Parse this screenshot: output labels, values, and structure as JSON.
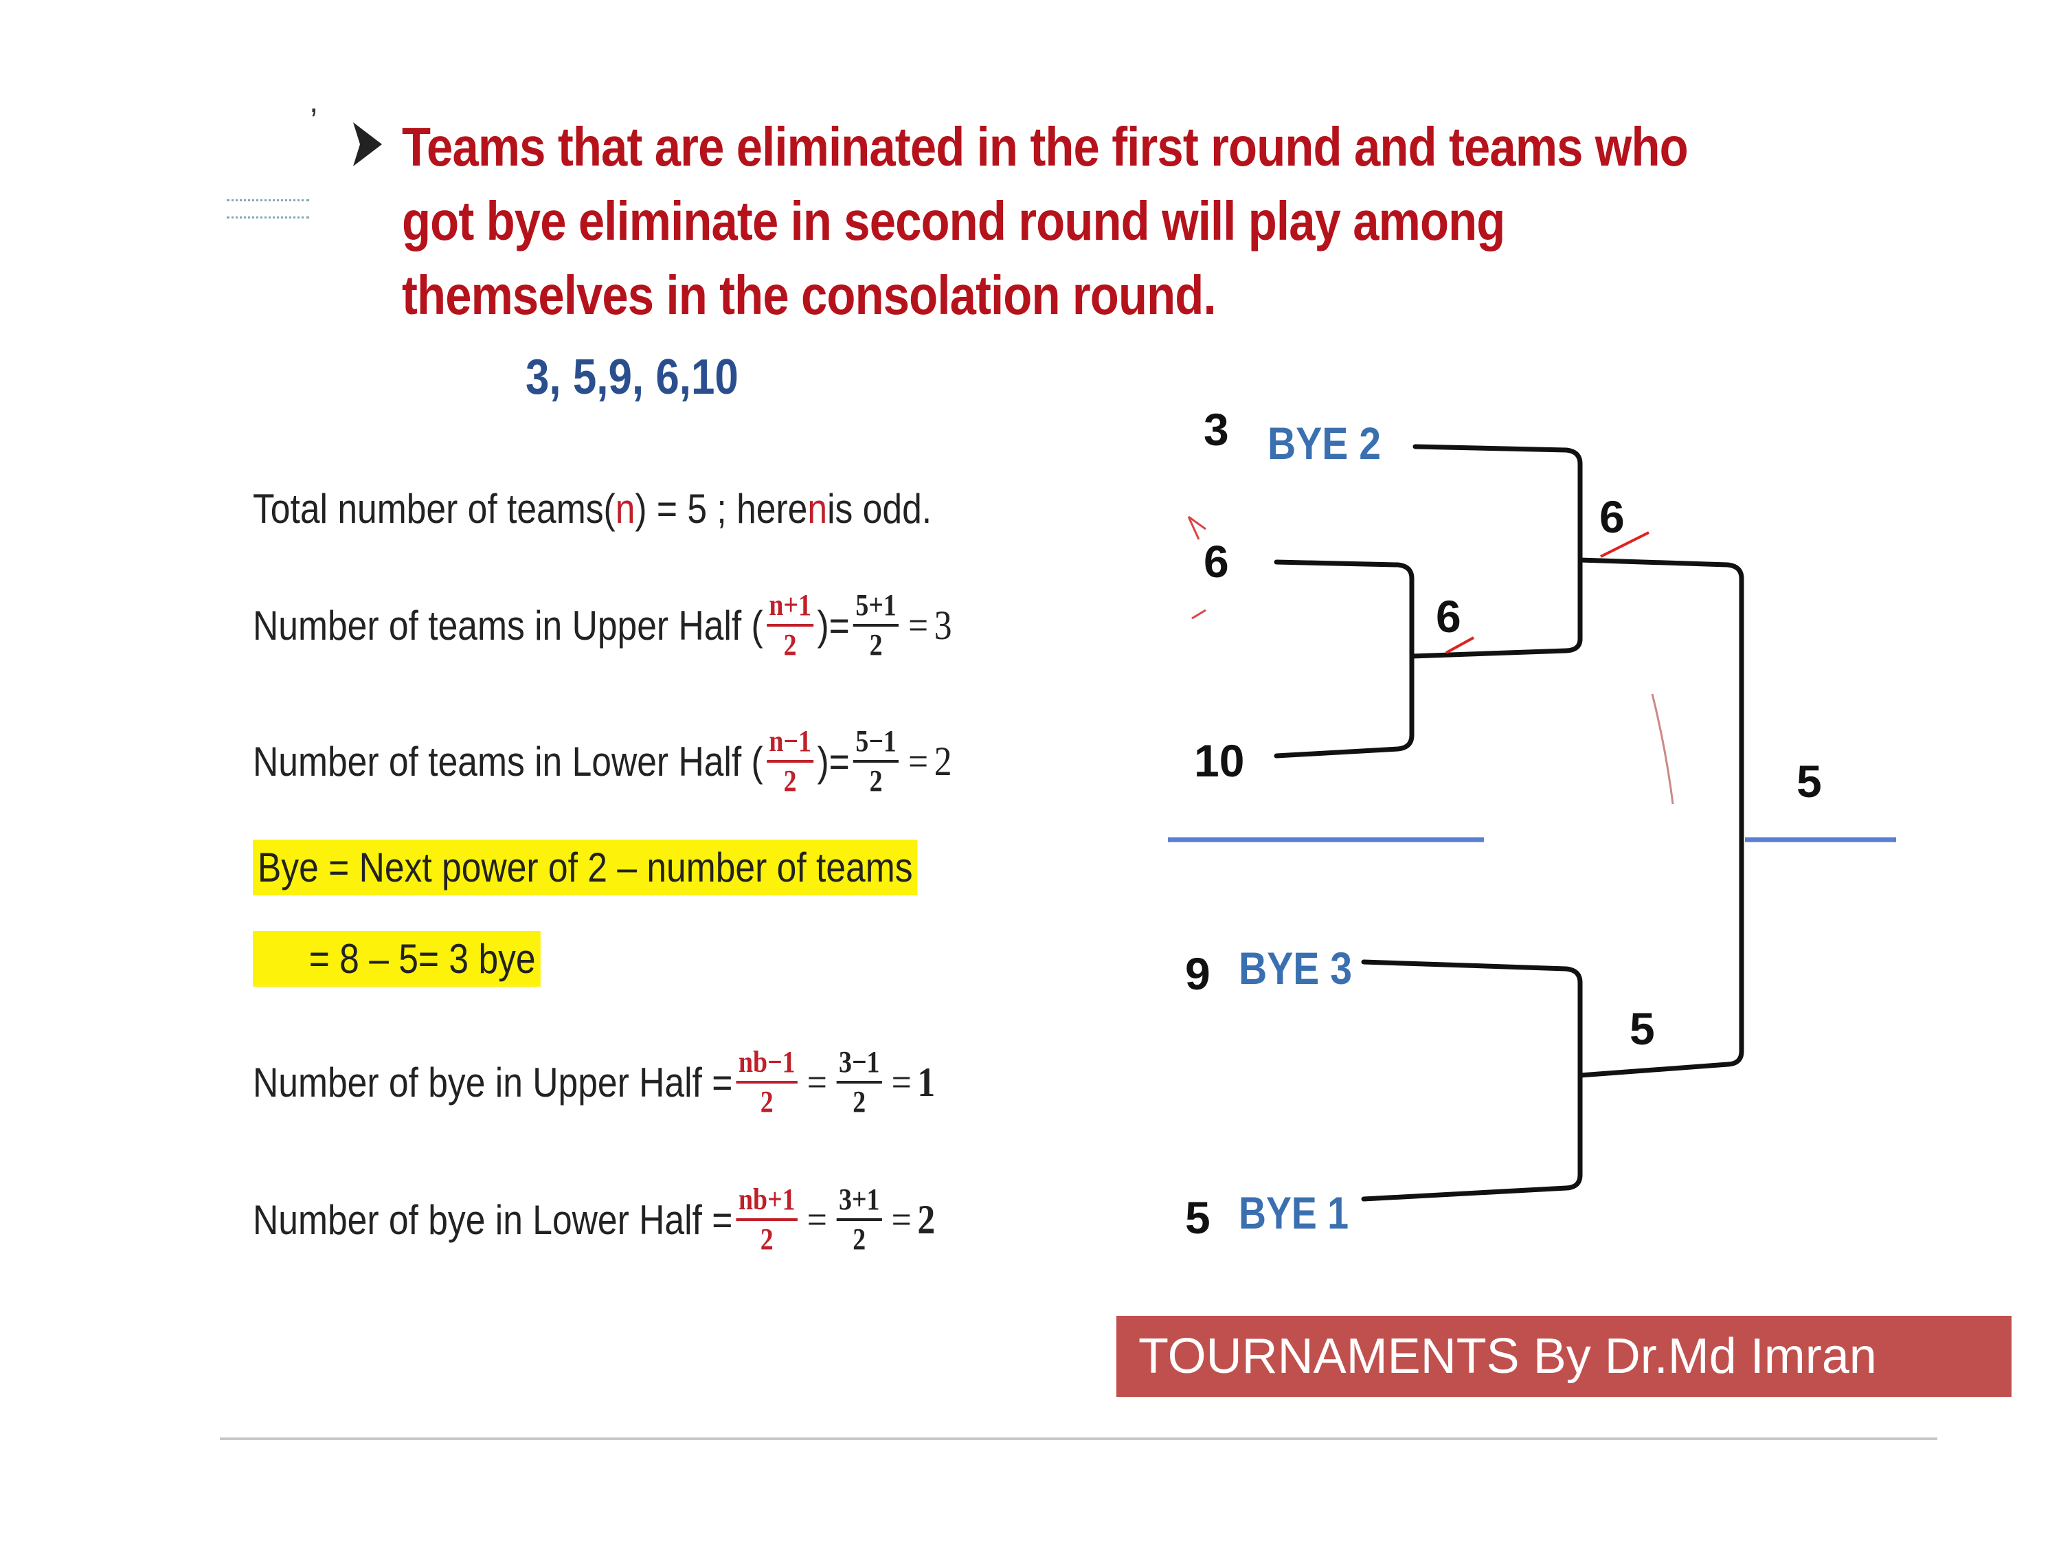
{
  "heading": "Teams that are eliminated in the first round and teams who got bye eliminate in second round will play among themselves in the consolation round.",
  "team_sequence": "3, 5,9, 6,10",
  "calc": {
    "total": {
      "prefix": "Total number of teams(",
      "n": "n",
      "mid": ") = 5 ; here ",
      "n2": "n",
      "suffix": " is odd."
    },
    "upper": {
      "label": "Number of teams in Upper Half (",
      "f1_num": "n+1",
      "f1_den": "2",
      "close": ")=",
      "f2_num": "5+1",
      "f2_den": "2",
      "eq": "=",
      "result": "3"
    },
    "lower": {
      "label": "Number of teams in Lower Half (",
      "f1_num": "n−1",
      "f1_den": "2",
      "close": ")=",
      "f2_num": "5−1",
      "f2_den": "2",
      "eq": "=",
      "result": "2"
    },
    "bye_formula": "Bye = Next power of 2 – number of teams",
    "bye_value": "= 8 –  5= 3 bye",
    "bye_upper": {
      "label": "Number of bye in Upper Half =",
      "f1_num": "nb−1",
      "f1_den": "2",
      "eq1": "=",
      "f2_num": "3−1",
      "f2_den": "2",
      "eq2": "=",
      "result": "1"
    },
    "bye_lower": {
      "label": "Number of bye in Lower Half =",
      "f1_num": "nb+1",
      "f1_den": "2",
      "eq1": "=",
      "f2_num": "3+1",
      "f2_den": "2",
      "eq2": "=",
      "result": "2"
    }
  },
  "bracket": {
    "upper": {
      "team_a": "3",
      "team_a_bye": "BYE 2",
      "team_b": "6",
      "team_c": "10",
      "match_bc_winner": "6",
      "half_winner": "6"
    },
    "lower": {
      "team_d": "9",
      "team_d_bye": "BYE 3",
      "team_e": "5",
      "team_e_bye": "BYE 1",
      "half_winner": "5"
    },
    "final_winner": "5"
  },
  "footer": "TOURNAMENTS By Dr.Md Imran",
  "colors": {
    "heading": "#b5121b",
    "sequence": "#2b4f8e",
    "bye": "#3a6fb0",
    "highlight": "#fdf20a",
    "footer_bg": "#c0504d",
    "divider": "#5b7fd0"
  }
}
